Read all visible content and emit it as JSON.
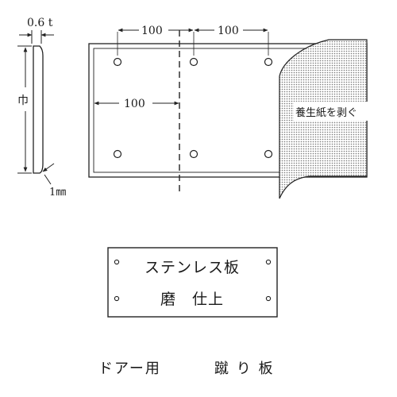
{
  "side_view": {
    "thickness_label": "0.6 t",
    "width_label": "巾",
    "bend_label": "1㎜"
  },
  "plate_view": {
    "dim_top_left": "100",
    "dim_top_right": "100",
    "dim_middle": "100",
    "film_label": "養生紙を剥ぐ"
  },
  "nameplate": {
    "line1": "ステンレス板",
    "line2": "磨　仕上"
  },
  "caption": {
    "left": "ドアー用",
    "right": "蹴 り 板"
  }
}
